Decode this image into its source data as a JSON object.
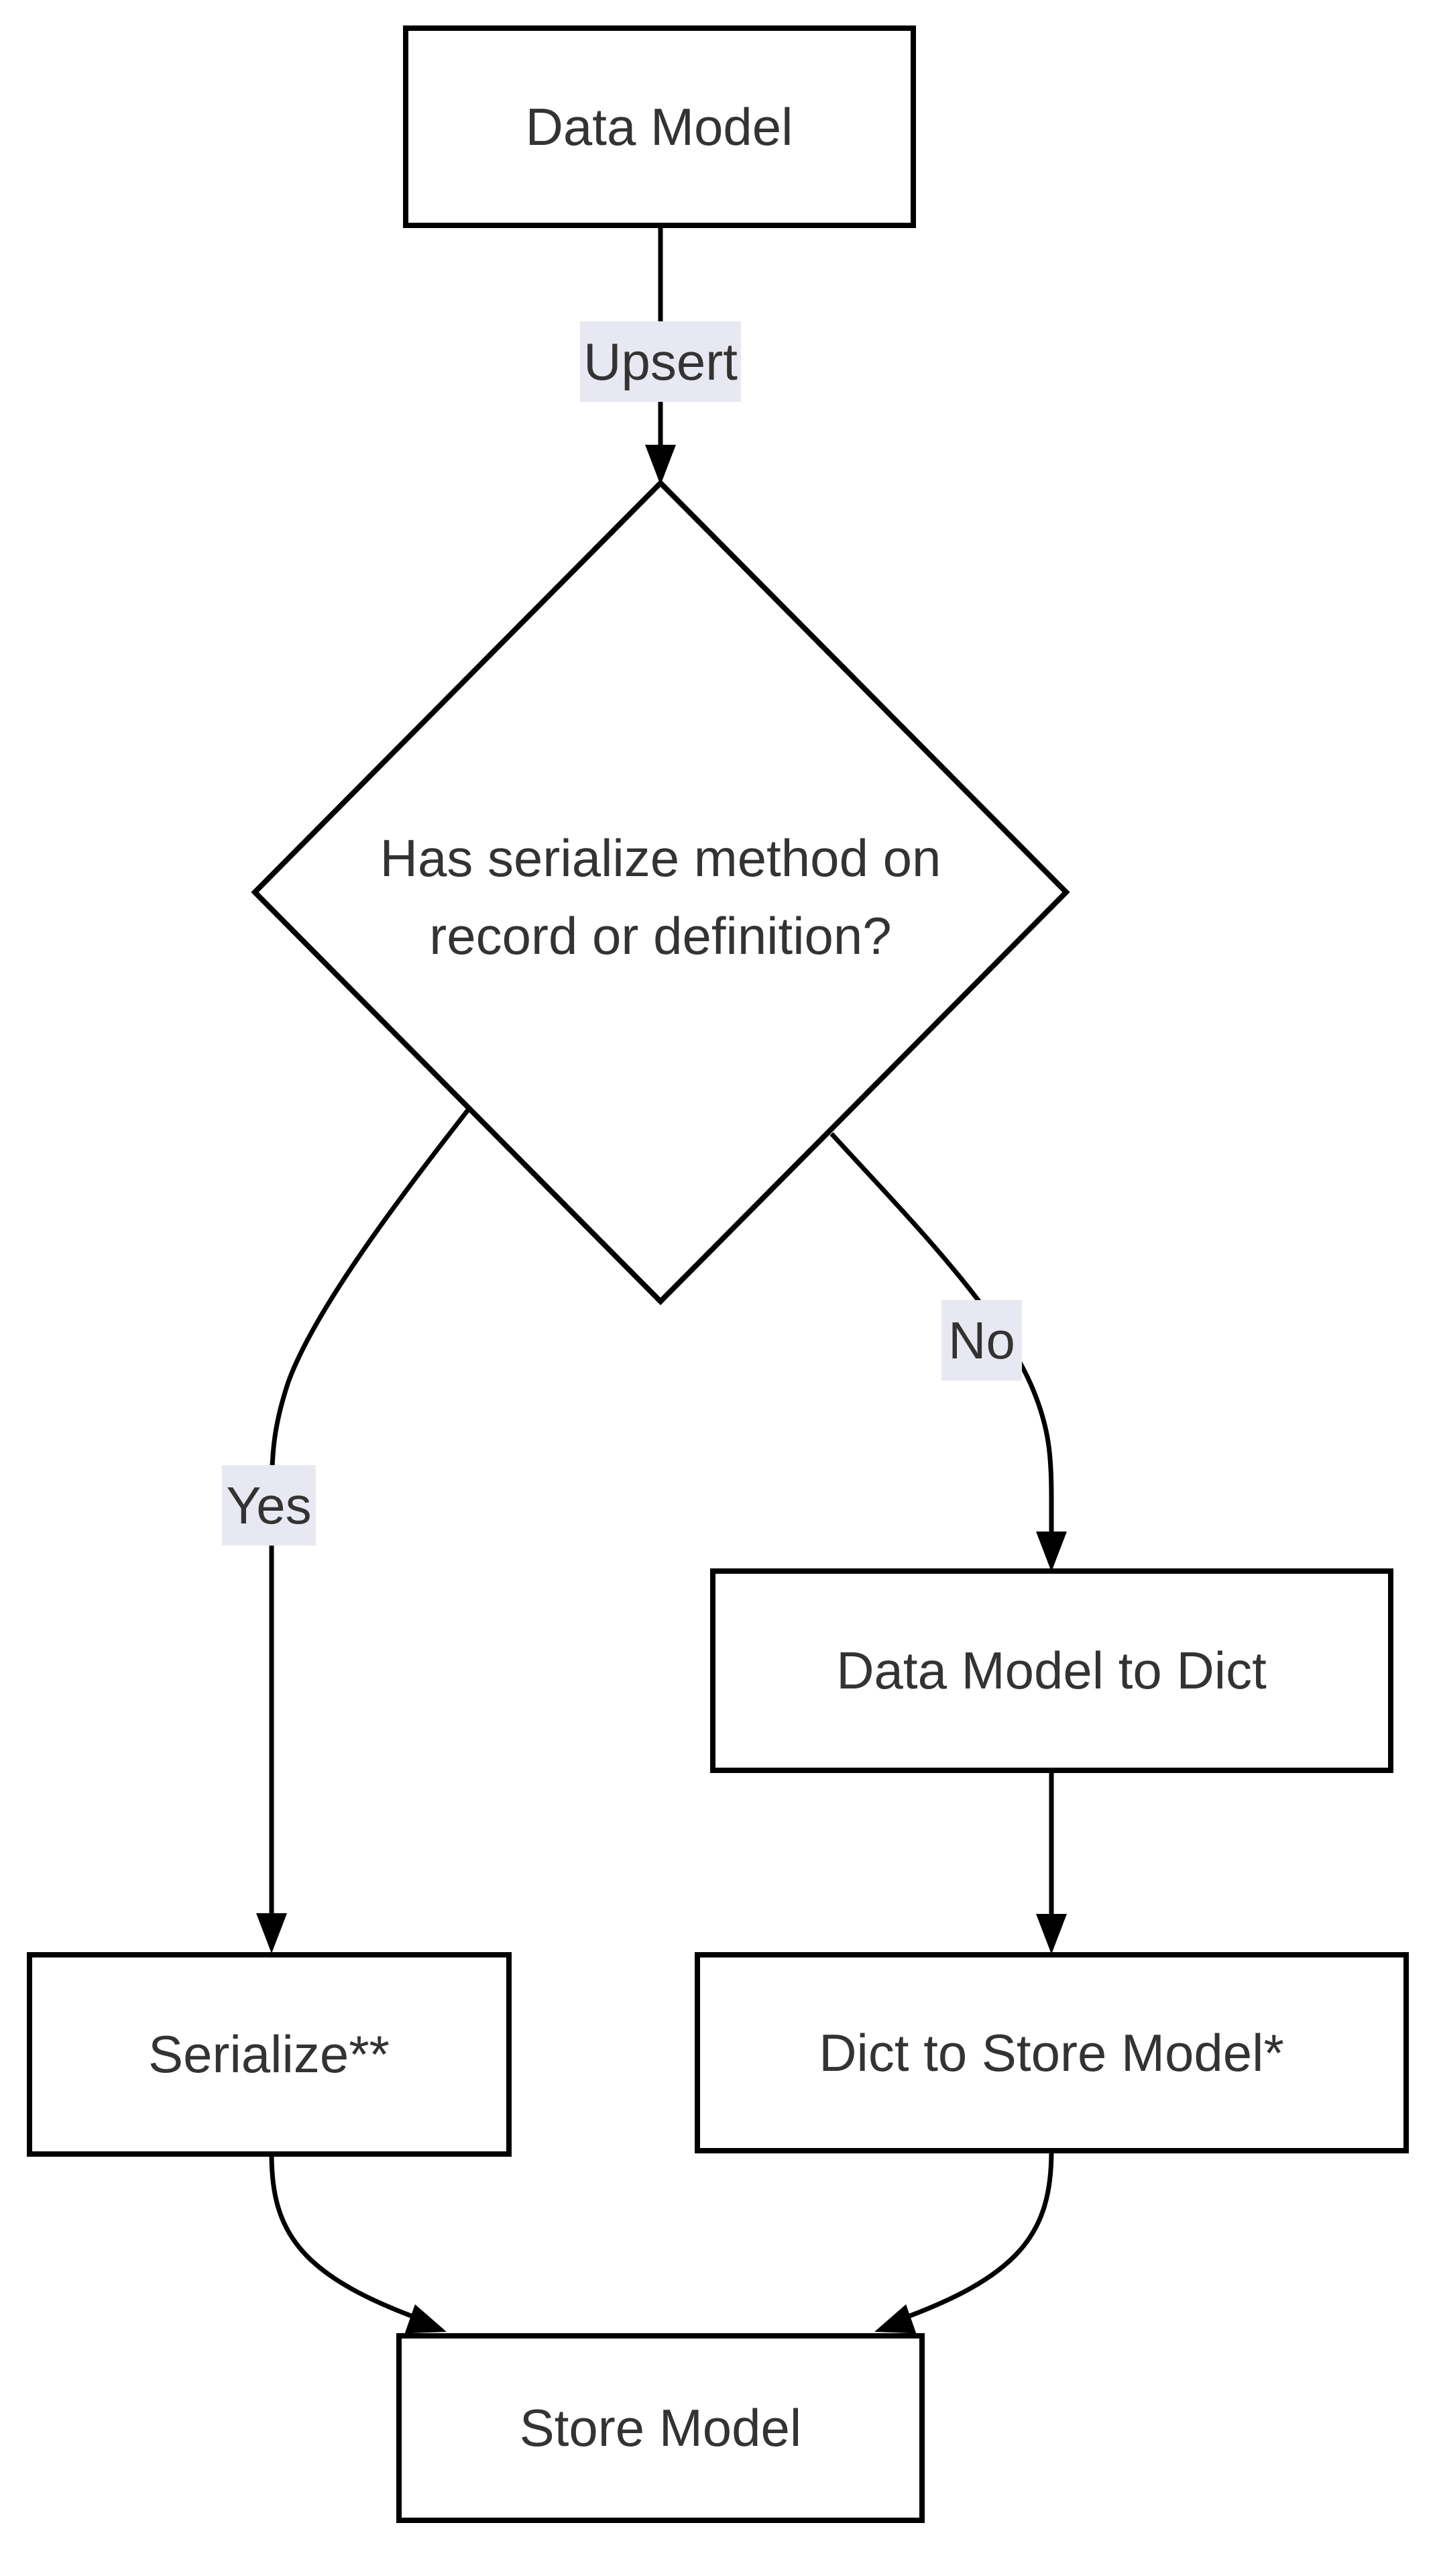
{
  "diagram": {
    "type": "flowchart",
    "direction": "top-down",
    "nodes": {
      "data_model": {
        "label": "Data Model",
        "shape": "rectangle"
      },
      "decision": {
        "label": "Has serialize method on record or definition?",
        "line1": "Has serialize method on",
        "line2": "record or definition?",
        "shape": "diamond"
      },
      "data_model_to_dict": {
        "label": "Data Model to Dict",
        "shape": "rectangle"
      },
      "serialize": {
        "label": "Serialize**",
        "shape": "rectangle"
      },
      "dict_to_store_model": {
        "label": "Dict to Store Model*",
        "shape": "rectangle"
      },
      "store_model": {
        "label": "Store Model",
        "shape": "rectangle"
      }
    },
    "edges": [
      {
        "from": "data_model",
        "to": "decision",
        "label": "Upsert"
      },
      {
        "from": "decision",
        "to": "serialize",
        "label": "Yes"
      },
      {
        "from": "decision",
        "to": "data_model_to_dict",
        "label": "No"
      },
      {
        "from": "data_model_to_dict",
        "to": "dict_to_store_model",
        "label": ""
      },
      {
        "from": "serialize",
        "to": "store_model",
        "label": ""
      },
      {
        "from": "dict_to_store_model",
        "to": "store_model",
        "label": ""
      }
    ],
    "colors": {
      "background": "#ffffff",
      "node_fill": "#ffffff",
      "node_border": "#000000",
      "edge_line": "#000000",
      "text": "#333333",
      "edge_label_bg": "#e8e8f2"
    }
  }
}
